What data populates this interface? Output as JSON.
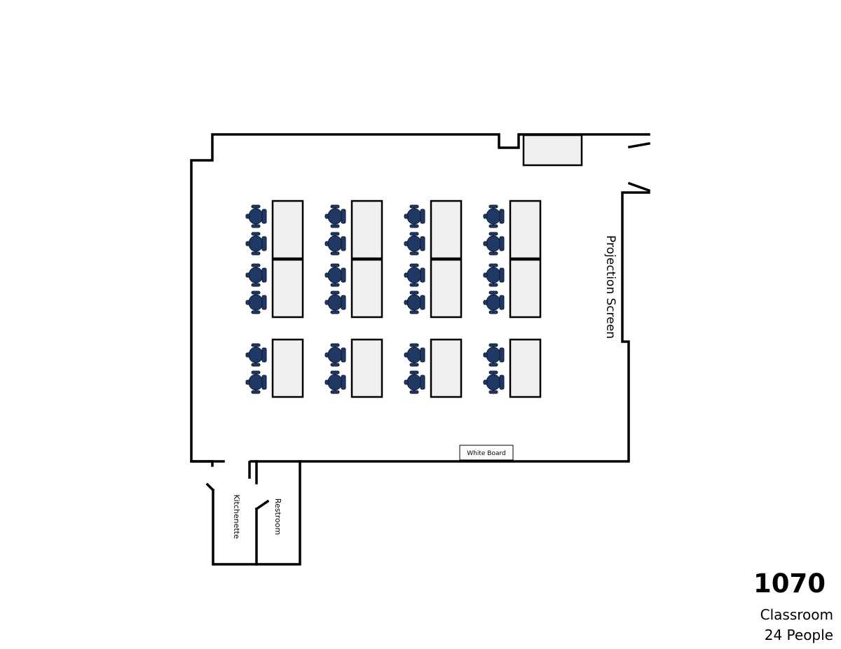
{
  "labels": {
    "projection_screen": "Projection Screen",
    "white_board": "White Board",
    "kitchenette": "Kitchenette",
    "restroom": "Restroom"
  },
  "room": {
    "number": "1070",
    "type": "Classroom",
    "capacity": "24 People"
  },
  "layout": {
    "table_columns": 4,
    "front_rows": 2,
    "back_rows": 1,
    "seats_per_table": 2,
    "table_color": "#f0f0f0",
    "seat_color": "#1f3864"
  }
}
